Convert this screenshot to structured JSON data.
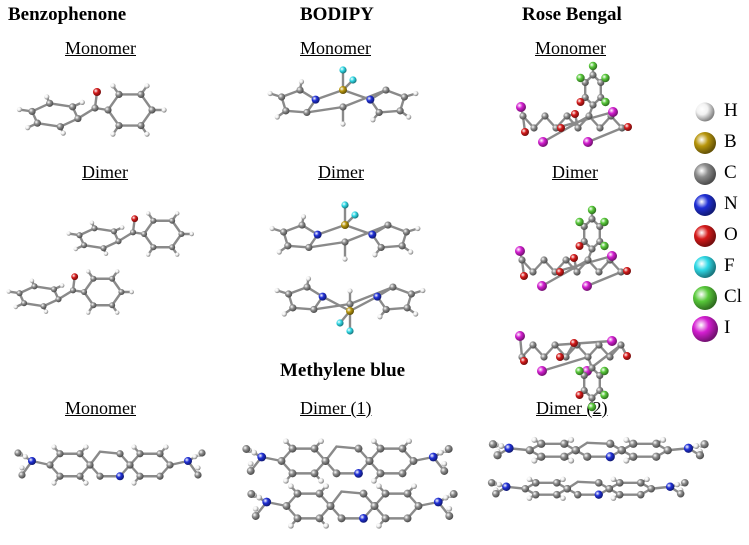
{
  "columns": [
    {
      "title": "Benzophenone",
      "monomer_label": "Monomer",
      "dimer_label": "Dimer"
    },
    {
      "title": "BODIPY",
      "monomer_label": "Monomer",
      "dimer_label": "Dimer"
    },
    {
      "title": "Rose Bengal",
      "monomer_label": "Monomer",
      "dimer_label": "Dimer"
    }
  ],
  "methylene_blue": {
    "title": "Methylene blue",
    "labels": [
      "Monomer",
      "Dimer (1)",
      "Dimer (2)"
    ]
  },
  "legend": [
    {
      "symbol": "H",
      "color": "#f2f2f2",
      "icon": "hydrogen-atom-icon"
    },
    {
      "symbol": "B",
      "color": "#b8960c",
      "icon": "boron-atom-icon"
    },
    {
      "symbol": "C",
      "color": "#8c8c8c",
      "icon": "carbon-atom-icon"
    },
    {
      "symbol": "N",
      "color": "#1f2fd6",
      "icon": "nitrogen-atom-icon"
    },
    {
      "symbol": "O",
      "color": "#d61a1a",
      "icon": "oxygen-atom-icon"
    },
    {
      "symbol": "F",
      "color": "#2fd9e6",
      "icon": "fluorine-atom-icon"
    },
    {
      "symbol": "Cl",
      "color": "#58c93a",
      "icon": "chlorine-atom-icon"
    },
    {
      "symbol": "I",
      "color": "#d41ed1",
      "icon": "iodine-atom-icon"
    }
  ]
}
